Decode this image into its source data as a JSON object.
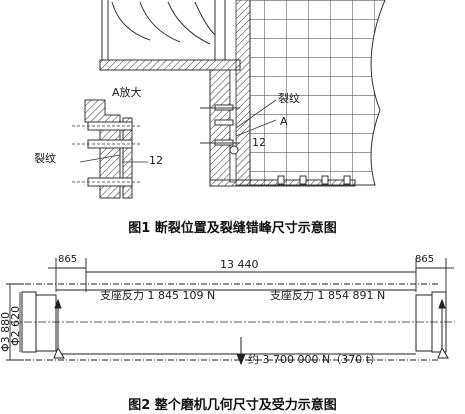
{
  "figure1": {
    "caption": "图1   断裂位置及裂缝错峰尺寸示意图",
    "detail_title": "A放大",
    "crack_label_left": "裂纹",
    "crack_label_right": "裂纹",
    "point_label": "A",
    "offset_left": "12",
    "offset_right": "12"
  },
  "figure2": {
    "caption": "图2   整个磨机几何尺寸及受力示意图",
    "dim_left": "865",
    "dim_total": "13 440",
    "dim_right": "865",
    "dia_outer": "Φ3 880",
    "dia_inner": "Φ2 620",
    "reaction_left": "支座反力 1 845 109 N",
    "reaction_right": "支座反力 1 854 891 N",
    "load": "约 3 700 000 N（370 t）"
  }
}
